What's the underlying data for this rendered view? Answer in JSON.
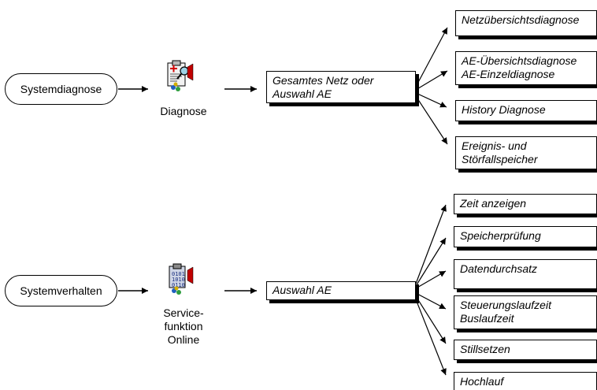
{
  "diagram": {
    "colors": {
      "line": "#000000",
      "background": "#ffffff"
    },
    "rows": [
      {
        "start_label": "Systemdiagnose",
        "tool_icon": "clipboard-diagnose-icon",
        "tool_label_lines": [
          "Diagnose"
        ],
        "selection_lines": [
          "Gesamtes Netz oder",
          "Auswahl AE"
        ],
        "outcomes": [
          {
            "lines": [
              "Netzübersichtsdiagnose"
            ]
          },
          {
            "lines": [
              "AE-Übersichtsdiagnose",
              "AE-Einzeldiagnose"
            ]
          },
          {
            "lines": [
              "History Diagnose"
            ]
          },
          {
            "lines": [
              "Ereignis- und",
              "Störfallspeicher"
            ]
          }
        ]
      },
      {
        "start_label": "Systemverhalten",
        "tool_icon": "service-function-online-icon",
        "tool_label_lines": [
          "Service-",
          "funktion",
          "Online"
        ],
        "selection_lines": [
          "Auswahl AE"
        ],
        "outcomes": [
          {
            "lines": [
              "Zeit anzeigen"
            ]
          },
          {
            "lines": [
              "Speicherprüfung"
            ]
          },
          {
            "lines": [
              "Datendurchsatz"
            ]
          },
          {
            "lines": [
              "Steuerungslaufzeit",
              "Buslaufzeit"
            ]
          },
          {
            "lines": [
              "Stillsetzen"
            ]
          },
          {
            "lines": [
              "Hochlauf"
            ]
          }
        ]
      }
    ]
  }
}
